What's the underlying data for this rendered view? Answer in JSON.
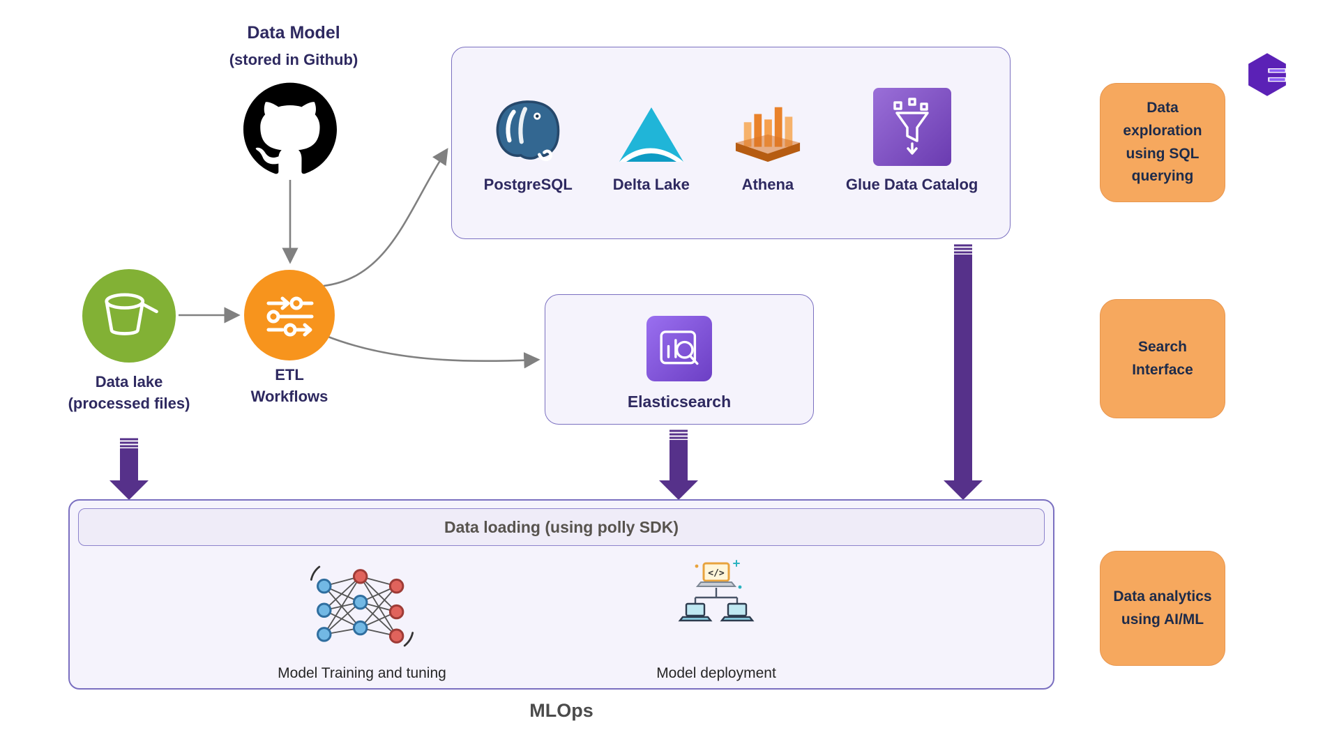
{
  "data_model": {
    "title": "Data Model",
    "subtitle": "(stored in Github)"
  },
  "data_lake": {
    "title": "Data lake",
    "subtitle": "(processed files)"
  },
  "etl": {
    "line1": "ETL",
    "line2": "Workflows"
  },
  "catalog_box": {
    "items": [
      {
        "label": "PostgreSQL",
        "icon": "postgresql-icon"
      },
      {
        "label": "Delta Lake",
        "icon": "delta-lake-icon"
      },
      {
        "label": "Athena",
        "icon": "athena-icon"
      },
      {
        "label": "Glue Data Catalog",
        "icon": "glue-data-catalog-icon"
      }
    ]
  },
  "search_box": {
    "label": "Elasticsearch",
    "icon": "elasticsearch-icon"
  },
  "mlops_box": {
    "header": "Data loading (using polly SDK)",
    "items": [
      {
        "label": "Model Training and tuning",
        "icon": "neural-network-icon"
      },
      {
        "label": "Model deployment",
        "icon": "model-deployment-icon"
      }
    ],
    "caption": "MLOps"
  },
  "use_cases": [
    {
      "label": "Data exploration using SQL querying"
    },
    {
      "label": "Search Interface"
    },
    {
      "label": "Data analytics using AI/ML"
    }
  ],
  "colors": {
    "lavender_fill": "#f5f3fc",
    "purple_border": "#7a6fc0",
    "orange_card": "#f6a85e",
    "arrow_purple": "#56318a",
    "arrow_gray": "#808080",
    "text_navy": "#2e2960",
    "github_black": "#000000",
    "data_lake_green": "#82b135",
    "etl_orange": "#f7941d"
  }
}
